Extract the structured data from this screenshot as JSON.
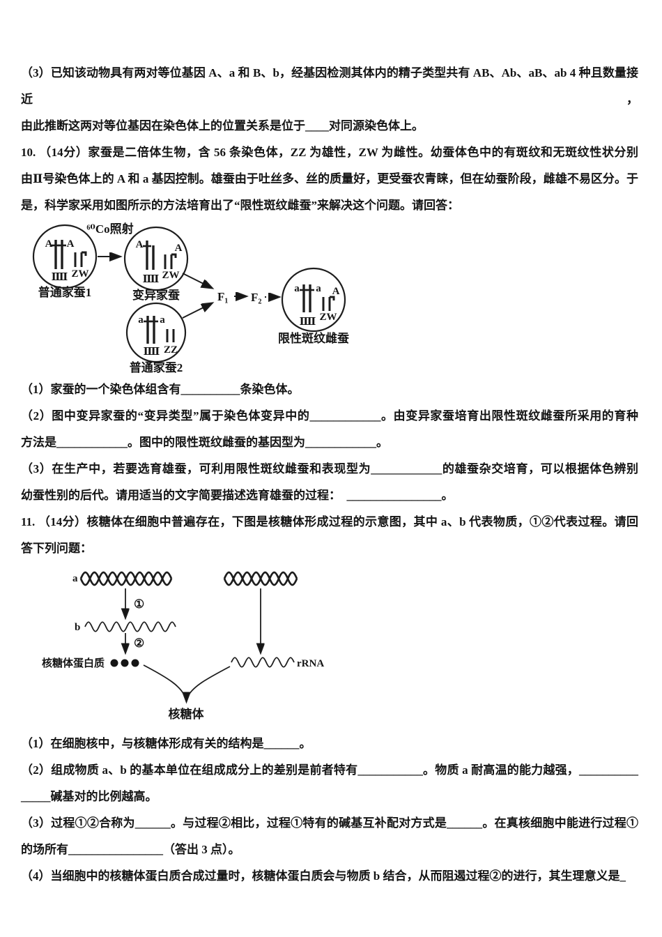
{
  "page": {
    "background": "#ffffff",
    "text_color": "#141414"
  },
  "q9p3": {
    "lines": [
      "（3）已知该动物具有两对等位基因 A、a 和 B、b，经基因检测其体内的精子类型共有 AB、Ab、aB、ab 4 种且数量接近，",
      "由此推断这两对等位基因在染色体上的位置关系是位于____对同源染色体上。"
    ]
  },
  "q10": {
    "intro_lines": [
      "10. （14分）家蚕是二倍体生物，含 56 条染色体，ZZ 为雄性，ZW 为雌性。幼蚕体色中的有斑纹和无斑纹性状分别",
      "由Ⅱ号染色体上的 A 和 a 基因控制。雄蚕由于吐丝多、丝的质量好，更受蚕农青睐，但在幼蚕阶段，雌雄不易区分。于",
      "是，科学家采用如图所示的方法培育出了“限性斑纹雌蚕”来解决这个问题。请回答："
    ],
    "item1_lines": [
      "（1）家蚕的一个染色体组含有__________条染色体。"
    ],
    "item2_lines": [
      "（2）图中变异家蚕的“变异类型”属于染色体变异中的____________。由变异家蚕培育出限性斑纹雌蚕所采用的育种",
      "方法是____________。图中的限性斑纹雌蚕的基因型为____________。"
    ],
    "item3_lines": [
      "（3）在生产中，若要选育雄蚕，可利用限性斑纹雌蚕和表现型为____________的雄蚕杂交培育，可以根据体色辨别",
      "幼蚕性别的后代。请用适当的文字简要描述选育雄蚕的过程：  ________________。"
    ]
  },
  "silkworm": {
    "irradiation": "⁶⁰Co照射",
    "f1": "F₁",
    "f2": "F₂",
    "cell1": {
      "label": "普通家蚕1",
      "gene_left": "A",
      "gene_right": "A",
      "chrom_left": "Ⅱ",
      "chrom_right": "Ⅱ",
      "sex": "ZW"
    },
    "cell2": {
      "label": "变异家蚕",
      "gene_left": "A",
      "gene_on_w": "A",
      "chrom_left": "Ⅱ",
      "chrom_right": "Ⅱ",
      "sex": "ZW"
    },
    "cell3": {
      "label": "普通家蚕2",
      "gene_left": "a",
      "gene_right": "a",
      "chrom_left": "Ⅱ",
      "chrom_right": "Ⅱ",
      "sex": "ZZ"
    },
    "cell4": {
      "label": "限性斑纹雌蚕",
      "gene_left": "a",
      "gene_right": "a",
      "gene_on_w": "A",
      "chrom_left": "Ⅱ",
      "chrom_right": "Ⅱ",
      "sex": "ZW"
    }
  },
  "q11": {
    "intro_lines": [
      "11. （14分）核糖体在细胞中普遍存在，下图是核糖体形成过程的示意图，其中 a、b 代表物质，①②代表过程。请回",
      "答下列问题："
    ],
    "item1_lines": [
      "（1）在细胞核中，与核糖体形成有关的结构是______。"
    ],
    "item2_lines": [
      "（2）组成物质 a、b 的基本单位在组成成分上的差别是前者特有___________。物质 a 耐高温的能力越强，__________",
      "_____碱基对的比例越高。"
    ],
    "item3_lines": [
      "（3）过程①②合称为______。与过程②相比，过程①特有的碱基互补配对方式是______。在真核细胞中能进行过程①",
      "的场所有________________（答出 3 点）。"
    ],
    "item4_lines": [
      "（4）当细胞中的核糖体蛋白质合成过量时，核糖体蛋白质会与物质 b 结合，从而阻遏过程②的进行，其生理意义是_"
    ]
  },
  "ribosome": {
    "label_a": "a",
    "label_b": "b",
    "process1": "①",
    "process2": "②",
    "protein_label": "核糖体蛋白质",
    "rrna_label": "rRNA",
    "ribosome_label": "核糖体"
  }
}
